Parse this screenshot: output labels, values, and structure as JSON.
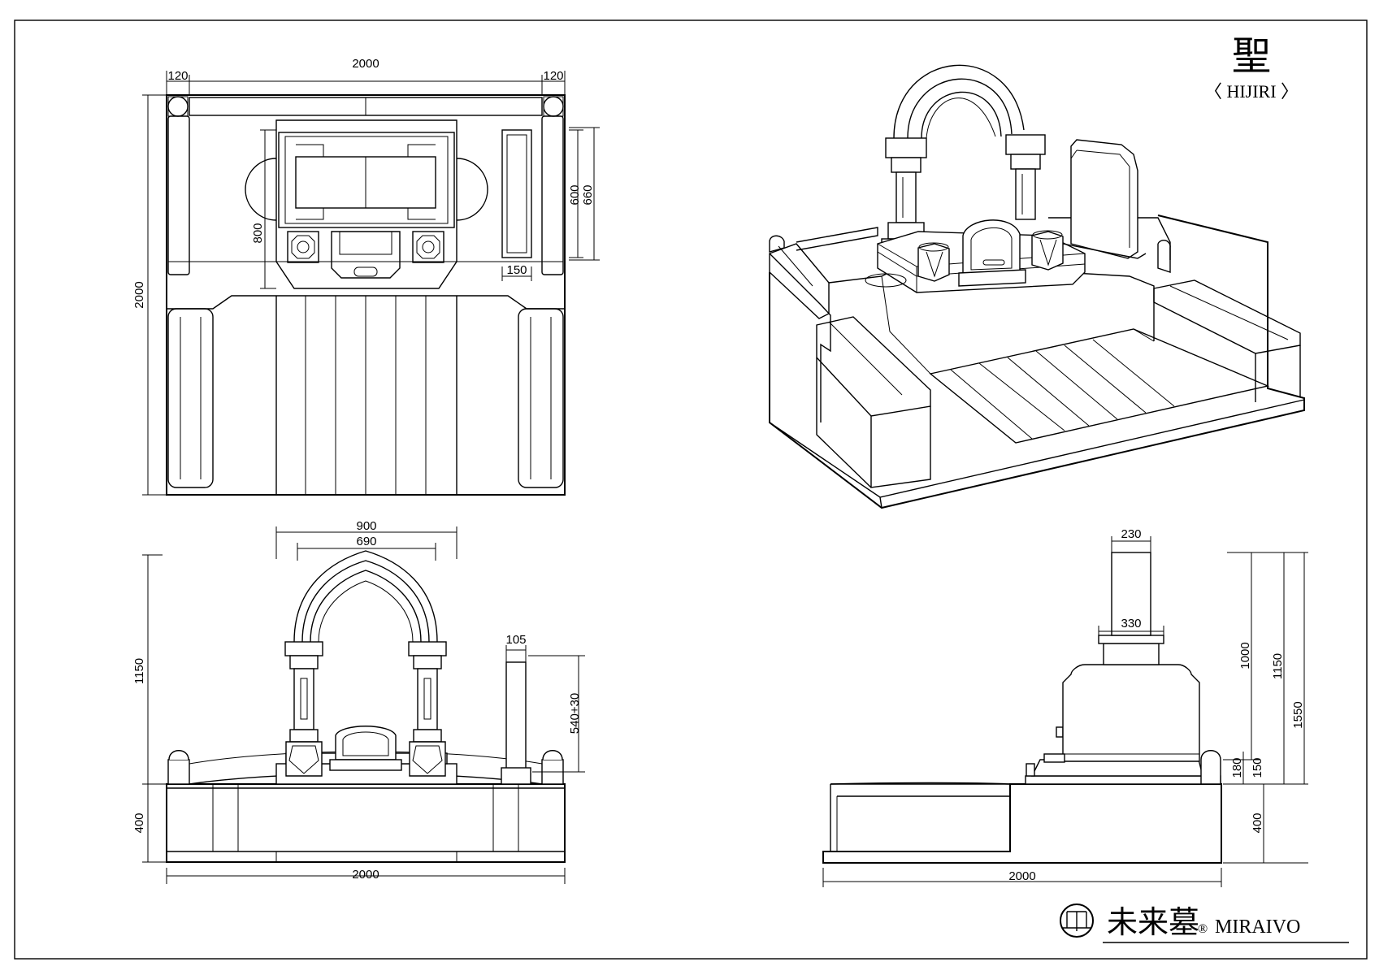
{
  "title": {
    "kanji": "聖",
    "romaji": "〈 HIJIRI 〉"
  },
  "brand": {
    "kanji": "未来墓",
    "registered": "®",
    "name": "MIRAIVO"
  },
  "plan_view": {
    "width": "2000",
    "depth": "2000",
    "left_edge": "120",
    "right_edge": "120",
    "inner_depth": "800",
    "plate_inner": "600",
    "plate_outer": "660",
    "plate_width": "150"
  },
  "front_view": {
    "arch_outer": "900",
    "arch_inner": "690",
    "height": "1150",
    "base_height": "400",
    "width": "2000",
    "plate_thickness": "105",
    "plate_height": "540+30"
  },
  "side_view": {
    "top_width": "230",
    "mid_width": "330",
    "stone_height": "1000",
    "upper_height": "1150",
    "total_height": "1550",
    "step_height": "180",
    "step_inner": "150",
    "base_height": "400",
    "width": "2000"
  }
}
